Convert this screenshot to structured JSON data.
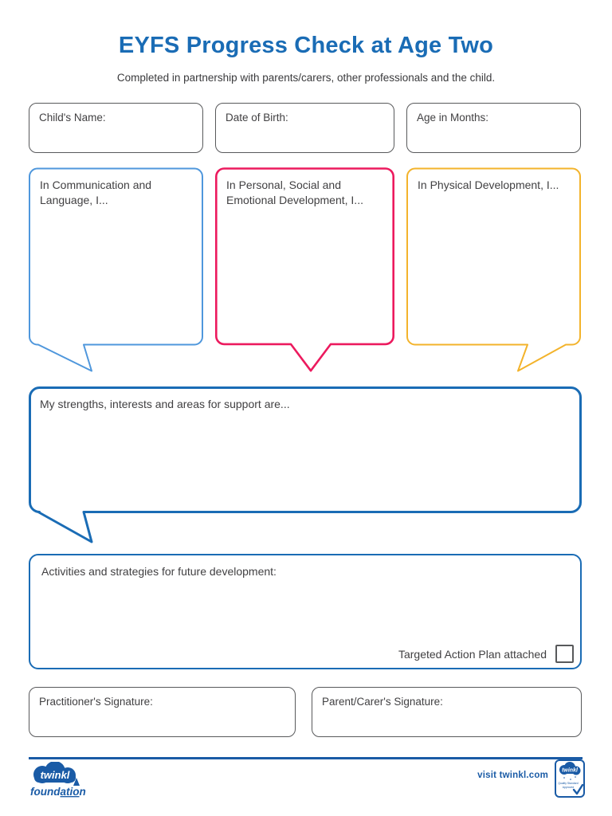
{
  "page": {
    "title": "EYFS Progress Check at Age Two",
    "subtitle": "Completed in partnership with parents/carers, other professionals and the child."
  },
  "fields": {
    "child_name_label": "Child's Name:",
    "date_of_birth_label": "Date of Birth:",
    "age_in_months_label": "Age in Months:"
  },
  "bubbles": [
    {
      "id": "communication-language",
      "label": "In Communication and Language, I...",
      "color": "#4f97dc"
    },
    {
      "id": "personal-social-emotional",
      "label": "In Personal, Social and Emotional Development, I...",
      "color": "#ec1a5e"
    },
    {
      "id": "physical-development",
      "label": "In Physical Development, I...",
      "color": "#f3b32b"
    }
  ],
  "strengths": {
    "label": "My strengths, interests and areas for support are...",
    "color": "#1a6cb5"
  },
  "activities": {
    "label": "Activities and strategies for future development:",
    "checkbox_label": "Targeted Action Plan attached",
    "checkbox_checked": false
  },
  "signatures": {
    "practitioner_label": "Practitioner's Signature:",
    "parent_label": "Parent/Carer's Signature:"
  },
  "footer": {
    "logo_brand": "twinkl",
    "logo_sub": "foundation",
    "visit_label": "visit twinkl.com",
    "badge_brand": "twinkl",
    "badge_line1": "Quality Standard",
    "badge_line2": "Approved"
  },
  "colors": {
    "title_blue": "#1a6cb5",
    "footer_blue": "#1a5ba6",
    "box_border_gray": "#58595b",
    "text_gray": "#414042"
  }
}
